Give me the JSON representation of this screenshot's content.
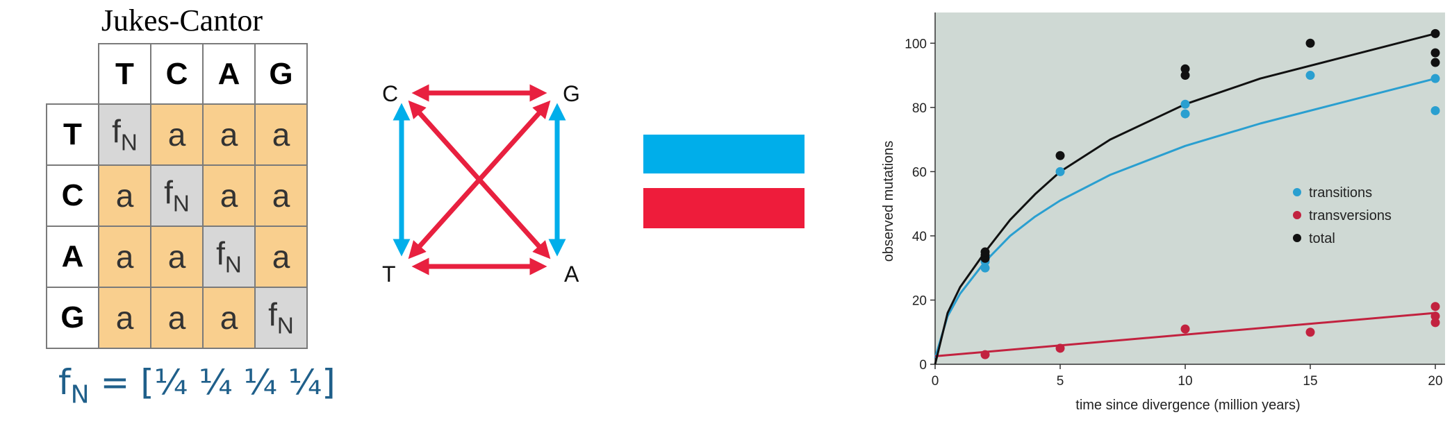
{
  "matrix": {
    "title": "Jukes-Cantor",
    "headers": [
      "T",
      "C",
      "A",
      "G"
    ],
    "off_diagonal": "a",
    "diagonal_base": "f",
    "diagonal_sub": "N",
    "formula_base": "f",
    "formula_sub": "N",
    "formula_rest": " = [¼ ¼ ¼ ¼]",
    "colors": {
      "off_diagonal": "#f9cf8e",
      "diagonal": "#d7d7d7",
      "formula": "#1f5f8a"
    }
  },
  "substitution_diagram": {
    "nodes": [
      "C",
      "G",
      "T",
      "A"
    ],
    "transition_pairs": [
      [
        "C",
        "T"
      ],
      [
        "G",
        "A"
      ]
    ],
    "transversion_pairs": [
      [
        "C",
        "G"
      ],
      [
        "T",
        "A"
      ],
      [
        "C",
        "A"
      ],
      [
        "G",
        "T"
      ]
    ],
    "colors": {
      "transition": "#00aeea",
      "transversion": "#e8203f"
    }
  },
  "equals_bars": {
    "colors": [
      "#00aeea",
      "#ee1c3b"
    ]
  },
  "chart_data": {
    "type": "scatter",
    "title": "",
    "xlabel": "time since divergence (million years)",
    "ylabel": "observed mutations",
    "xlim": [
      0,
      20
    ],
    "ylim": [
      0,
      110
    ],
    "xticks": [
      0,
      5,
      10,
      15,
      20
    ],
    "yticks": [
      0,
      20,
      40,
      60,
      80,
      100
    ],
    "background": "#cfd9d4",
    "legend_position": "right",
    "series": [
      {
        "name": "transitions",
        "color": "#2a9fd0",
        "points": [
          [
            2,
            30
          ],
          [
            2,
            32
          ],
          [
            5,
            60
          ],
          [
            10,
            78
          ],
          [
            10,
            81
          ],
          [
            15,
            90
          ],
          [
            20,
            79
          ],
          [
            20,
            89
          ]
        ],
        "curve": [
          [
            0,
            2
          ],
          [
            0.5,
            15
          ],
          [
            1,
            22
          ],
          [
            2,
            32
          ],
          [
            3,
            40
          ],
          [
            4,
            46
          ],
          [
            5,
            51
          ],
          [
            7,
            59
          ],
          [
            10,
            68
          ],
          [
            13,
            75
          ],
          [
            16,
            81
          ],
          [
            18,
            85
          ],
          [
            20,
            89
          ]
        ]
      },
      {
        "name": "transversions",
        "color": "#c2223f",
        "points": [
          [
            2,
            3
          ],
          [
            5,
            5
          ],
          [
            10,
            11
          ],
          [
            15,
            10
          ],
          [
            20,
            13
          ],
          [
            20,
            15
          ],
          [
            20,
            18
          ]
        ],
        "curve": [
          [
            0,
            2.5
          ],
          [
            20,
            16
          ]
        ]
      },
      {
        "name": "total",
        "color": "#111111",
        "points": [
          [
            2,
            33
          ],
          [
            2,
            34
          ],
          [
            2,
            35
          ],
          [
            5,
            65
          ],
          [
            10,
            90
          ],
          [
            10,
            92
          ],
          [
            15,
            100
          ],
          [
            20,
            94
          ],
          [
            20,
            97
          ],
          [
            20,
            103
          ]
        ],
        "curve": [
          [
            0,
            0
          ],
          [
            0.5,
            16
          ],
          [
            1,
            24
          ],
          [
            2,
            35
          ],
          [
            3,
            45
          ],
          [
            4,
            53
          ],
          [
            5,
            60
          ],
          [
            7,
            70
          ],
          [
            10,
            81
          ],
          [
            13,
            89
          ],
          [
            16,
            95
          ],
          [
            18,
            99
          ],
          [
            20,
            103
          ]
        ]
      }
    ]
  }
}
